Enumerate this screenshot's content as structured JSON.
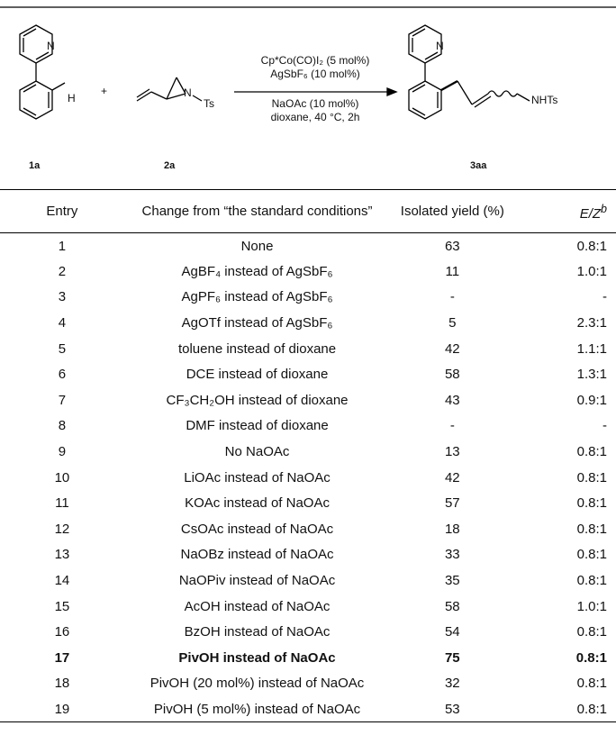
{
  "scheme": {
    "top_caption": "",
    "reagents_above": [
      "Cp*Co(CO)I₂ (5 mol%)",
      "AgSbF₆ (10 mol%)"
    ],
    "reagents_below": [
      "NaOAc (10 mol%)",
      "dioxane, 40 °C, 2h"
    ],
    "plus": "+",
    "atom_N": "N",
    "atom_H": "H",
    "label_ts": "Ts",
    "label_nhts": "NHTs",
    "compounds": [
      "1a",
      "2a",
      "3aa"
    ]
  },
  "table": {
    "headers": {
      "entry": "Entry",
      "change": "Change from “the standard conditions”",
      "yield": "Isolated yield (%)",
      "ez": "E/Z",
      "ez_footnote": "b"
    },
    "rows": [
      {
        "entry": "1",
        "change": "None",
        "yield": "63",
        "ez": "0.8:1"
      },
      {
        "entry": "2",
        "change": "AgBF₄ instead of AgSbF₆",
        "yield": "11",
        "ez": "1.0:1"
      },
      {
        "entry": "3",
        "change": "AgPF₆ instead of AgSbF₆",
        "yield": "-",
        "ez": "-"
      },
      {
        "entry": "4",
        "change": "AgOTf instead of AgSbF₆",
        "yield": "5",
        "ez": "2.3:1"
      },
      {
        "entry": "5",
        "change": "toluene instead of dioxane",
        "yield": "42",
        "ez": "1.1:1"
      },
      {
        "entry": "6",
        "change": "DCE instead of dioxane",
        "yield": "58",
        "ez": "1.3:1"
      },
      {
        "entry": "7",
        "change": "CF₃CH₂OH instead of dioxane",
        "yield": "43",
        "ez": "0.9:1"
      },
      {
        "entry": "8",
        "change": "DMF instead of dioxane",
        "yield": "-",
        "ez": "-"
      },
      {
        "entry": "9",
        "change": "No NaOAc",
        "yield": "13",
        "ez": "0.8:1"
      },
      {
        "entry": "10",
        "change": "LiOAc instead of NaOAc",
        "yield": "42",
        "ez": "0.8:1"
      },
      {
        "entry": "11",
        "change": "KOAc instead of NaOAc",
        "yield": "57",
        "ez": "0.8:1"
      },
      {
        "entry": "12",
        "change": "CsOAc instead of NaOAc",
        "yield": "18",
        "ez": "0.8:1"
      },
      {
        "entry": "13",
        "change": "NaOBz instead of NaOAc",
        "yield": "33",
        "ez": "0.8:1"
      },
      {
        "entry": "14",
        "change": "NaOPiv instead of NaOAc",
        "yield": "35",
        "ez": "0.8:1"
      },
      {
        "entry": "15",
        "change": "AcOH instead of NaOAc",
        "yield": "58",
        "ez": "1.0:1"
      },
      {
        "entry": "16",
        "change": "BzOH instead of NaOAc",
        "yield": "54",
        "ez": "0.8:1"
      },
      {
        "entry": "17",
        "change": "PivOH instead of NaOAc",
        "yield": "75",
        "ez": "0.8:1",
        "bold": true
      },
      {
        "entry": "18",
        "change": "PivOH (20 mol%) instead of NaOAc",
        "yield": "32",
        "ez": "0.8:1"
      },
      {
        "entry": "19",
        "change": "PivOH (5 mol%) instead of NaOAc",
        "yield": "53",
        "ez": "0.8:1"
      }
    ]
  }
}
